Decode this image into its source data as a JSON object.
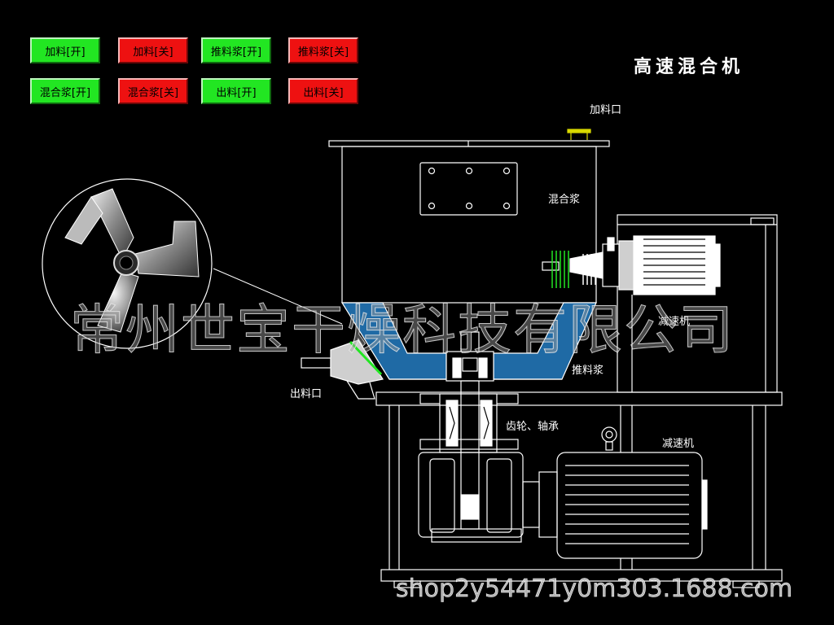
{
  "title": "高速混合机",
  "buttons": [
    {
      "label": "加料[开]",
      "state": "on"
    },
    {
      "label": "加料[关]",
      "state": "off"
    },
    {
      "label": "推料浆[开]",
      "state": "on"
    },
    {
      "label": "推料浆[关]",
      "state": "off"
    },
    {
      "label": "混合浆[开]",
      "state": "on"
    },
    {
      "label": "混合浆[关]",
      "state": "off"
    },
    {
      "label": "出料[开]",
      "state": "on"
    },
    {
      "label": "出料[关]",
      "state": "off"
    }
  ],
  "labels": {
    "feed_inlet": "加料口",
    "mixing_paddle": "混合浆",
    "reducer_upper": "减速机",
    "push_paddle": "推料浆",
    "discharge_outlet": "出料口",
    "gear_bearing": "齿轮、轴承",
    "reducer_lower": "减速机"
  },
  "watermark": "常州世宝干燥科技有限公司",
  "shop_url": "shop2y54471y0m303.1688.com",
  "colors": {
    "on": "#22e622",
    "off": "#ee1111",
    "slurry": "#1f6aa5"
  }
}
